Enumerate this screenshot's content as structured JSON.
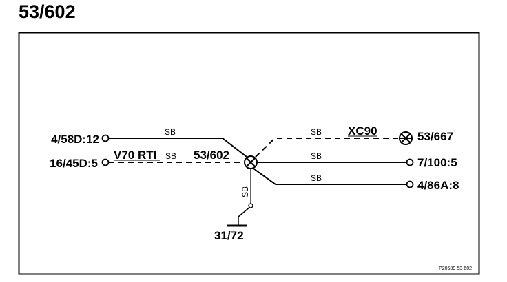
{
  "title": "53/602",
  "connectors": {
    "left_top": "4/58D:12",
    "left_bottom": "16/45D:5",
    "right_top": "53/667",
    "right_mid": "7/100:5",
    "right_bottom": "4/86A:8",
    "ground": "31/72",
    "center": "53/602"
  },
  "wire_labels": {
    "sb_left_top": "SB",
    "sb_left_bottom": "SB",
    "sb_right_top": "SB",
    "sb_right_mid": "SB",
    "sb_right_bottom": "SB",
    "sb_vertical": "SB"
  },
  "variant_labels": {
    "v70": "V70 RTI",
    "xc90": "XC90"
  },
  "figure_ref": "P20589  53-602",
  "colors": {
    "line": "#000000",
    "background": "#ffffff"
  }
}
